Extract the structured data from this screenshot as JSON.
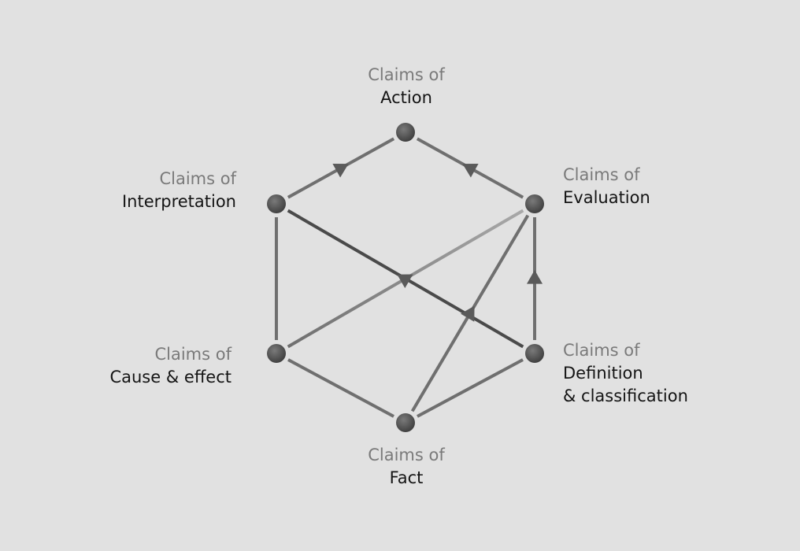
{
  "nodes": [
    {
      "id": "action",
      "prefix": "Claims of",
      "name": "Action"
    },
    {
      "id": "evaluation",
      "prefix": "Claims of",
      "name": "Evaluation"
    },
    {
      "id": "definition",
      "prefix": "Claims of",
      "name": "Definition",
      "name_line2": "& classification"
    },
    {
      "id": "fact",
      "prefix": "Claims of",
      "name": "Fact"
    },
    {
      "id": "cause",
      "prefix": "Claims of",
      "name": "Cause & effect"
    },
    {
      "id": "interpretation",
      "prefix": "Claims of",
      "name": "Interpretation"
    }
  ],
  "edges": [
    {
      "from": "interpretation",
      "to": "action",
      "arrow": true
    },
    {
      "from": "evaluation",
      "to": "action",
      "arrow": true
    },
    {
      "from": "definition",
      "to": "evaluation",
      "arrow": true
    },
    {
      "from": "cause",
      "to": "evaluation",
      "arrow": true
    },
    {
      "from": "fact",
      "to": "evaluation",
      "arrow": true
    },
    {
      "from": "interpretation",
      "to": "definition",
      "arrow": false
    },
    {
      "from": "interpretation",
      "to": "cause",
      "arrow": false
    },
    {
      "from": "cause",
      "to": "fact",
      "arrow": false
    },
    {
      "from": "fact",
      "to": "definition",
      "arrow": false
    }
  ],
  "colors": {
    "background": "#e1e1e1",
    "edge": "#6f6f6f",
    "edge_dark": "#4a4a4a",
    "node": "#5a5a5a",
    "prefix_text": "#7a7a7a",
    "name_text": "#141414"
  }
}
